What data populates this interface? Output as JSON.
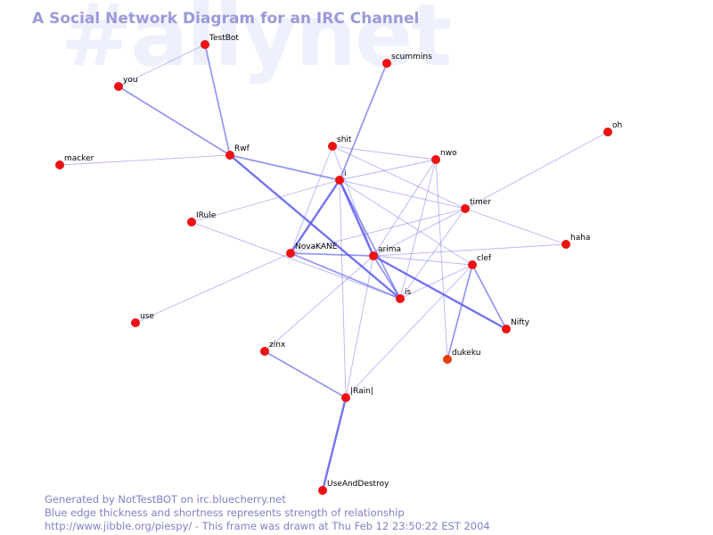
{
  "watermark": "#allynet",
  "title": "A Social Network Diagram for an IRC Channel",
  "footer": {
    "line1": "Generated by NotTestBOT on irc.bluecherry.net",
    "line2": "Blue edge thickness and shortness represents strength of relationship",
    "line3": "http://www.jibble.org/piespy/ - This frame was drawn at Thu Feb 12 23:50:22 EST 2004"
  },
  "colors": {
    "node": "#ee1111",
    "node_recent": "#e04010",
    "edge": "#5a5aee",
    "watermark": "#eef0fc",
    "title": "#9a9ad8",
    "footer": "#8080c8"
  },
  "nodes": [
    {
      "id": "TestBot"
    },
    {
      "id": "you"
    },
    {
      "id": "scummins"
    },
    {
      "id": "oh"
    },
    {
      "id": "macker"
    },
    {
      "id": "Rwf"
    },
    {
      "id": "shit"
    },
    {
      "id": "nwo"
    },
    {
      "id": "i"
    },
    {
      "id": "timer"
    },
    {
      "id": "IRule"
    },
    {
      "id": "haha"
    },
    {
      "id": "NovaKANE"
    },
    {
      "id": "arima"
    },
    {
      "id": "clef"
    },
    {
      "id": "is"
    },
    {
      "id": "use"
    },
    {
      "id": "Nifty"
    },
    {
      "id": "zinx"
    },
    {
      "id": "dukeku"
    },
    {
      "id": "|Rain|"
    },
    {
      "id": "UseAndDestroy"
    }
  ],
  "edges": [
    {
      "source": "TestBot",
      "target": "Rwf",
      "weight": 2
    },
    {
      "source": "you",
      "target": "TestBot",
      "weight": 1
    },
    {
      "source": "you",
      "target": "Rwf",
      "weight": 2
    },
    {
      "source": "macker",
      "target": "Rwf",
      "weight": 1
    },
    {
      "source": "Rwf",
      "target": "i",
      "weight": 2
    },
    {
      "source": "Rwf",
      "target": "is",
      "weight": 3
    },
    {
      "source": "scummins",
      "target": "i",
      "weight": 2
    },
    {
      "source": "shit",
      "target": "nwo",
      "weight": 1
    },
    {
      "source": "shit",
      "target": "timer",
      "weight": 1
    },
    {
      "source": "shit",
      "target": "NovaKANE",
      "weight": 1
    },
    {
      "source": "shit",
      "target": "arima",
      "weight": 1
    },
    {
      "source": "i",
      "target": "nwo",
      "weight": 1
    },
    {
      "source": "i",
      "target": "timer",
      "weight": 1
    },
    {
      "source": "i",
      "target": "NovaKANE",
      "weight": 3
    },
    {
      "source": "i",
      "target": "arima",
      "weight": 3
    },
    {
      "source": "i",
      "target": "is",
      "weight": 2
    },
    {
      "source": "i",
      "target": "clef",
      "weight": 1
    },
    {
      "source": "i",
      "target": "IRule",
      "weight": 1
    },
    {
      "source": "i",
      "target": "|Rain|",
      "weight": 1
    },
    {
      "source": "nwo",
      "target": "arima",
      "weight": 1
    },
    {
      "source": "nwo",
      "target": "is",
      "weight": 1
    },
    {
      "source": "nwo",
      "target": "dukeku",
      "weight": 1
    },
    {
      "source": "oh",
      "target": "timer",
      "weight": 1
    },
    {
      "source": "timer",
      "target": "haha",
      "weight": 1
    },
    {
      "source": "timer",
      "target": "NovaKANE",
      "weight": 1
    },
    {
      "source": "timer",
      "target": "arima",
      "weight": 1
    },
    {
      "source": "timer",
      "target": "is",
      "weight": 1
    },
    {
      "source": "IRule",
      "target": "is",
      "weight": 1
    },
    {
      "source": "NovaKANE",
      "target": "arima",
      "weight": 2
    },
    {
      "source": "NovaKANE",
      "target": "is",
      "weight": 2
    },
    {
      "source": "NovaKANE",
      "target": "use",
      "weight": 1
    },
    {
      "source": "arima",
      "target": "haha",
      "weight": 1
    },
    {
      "source": "arima",
      "target": "clef",
      "weight": 1
    },
    {
      "source": "arima",
      "target": "is",
      "weight": 2
    },
    {
      "source": "arima",
      "target": "Nifty",
      "weight": 3
    },
    {
      "source": "arima",
      "target": "zinx",
      "weight": 1
    },
    {
      "source": "arima",
      "target": "|Rain|",
      "weight": 1
    },
    {
      "source": "clef",
      "target": "is",
      "weight": 1
    },
    {
      "source": "clef",
      "target": "Nifty",
      "weight": 2
    },
    {
      "source": "clef",
      "target": "dukeku",
      "weight": 2
    },
    {
      "source": "clef",
      "target": "|Rain|",
      "weight": 1
    },
    {
      "source": "zinx",
      "target": "|Rain|",
      "weight": 2
    },
    {
      "source": "|Rain|",
      "target": "UseAndDestroy",
      "weight": 3
    }
  ]
}
